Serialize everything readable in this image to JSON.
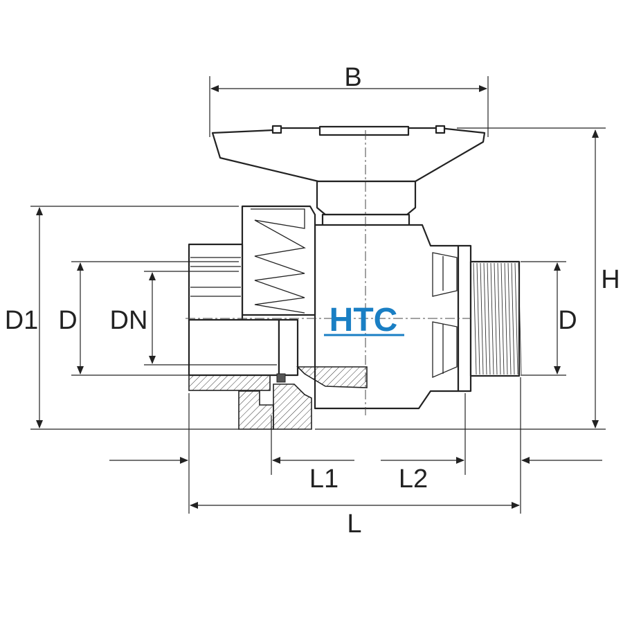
{
  "drawing": {
    "labels": {
      "B": "B",
      "H": "H",
      "D1": "D1",
      "D_left": "D",
      "DN": "DN",
      "D_right": "D",
      "L1": "L1",
      "L2": "L2",
      "L": "L"
    },
    "logo": {
      "text": "HTC",
      "color": "#1a7fc4"
    },
    "colors": {
      "line": "#222222",
      "background": "#ffffff"
    }
  }
}
